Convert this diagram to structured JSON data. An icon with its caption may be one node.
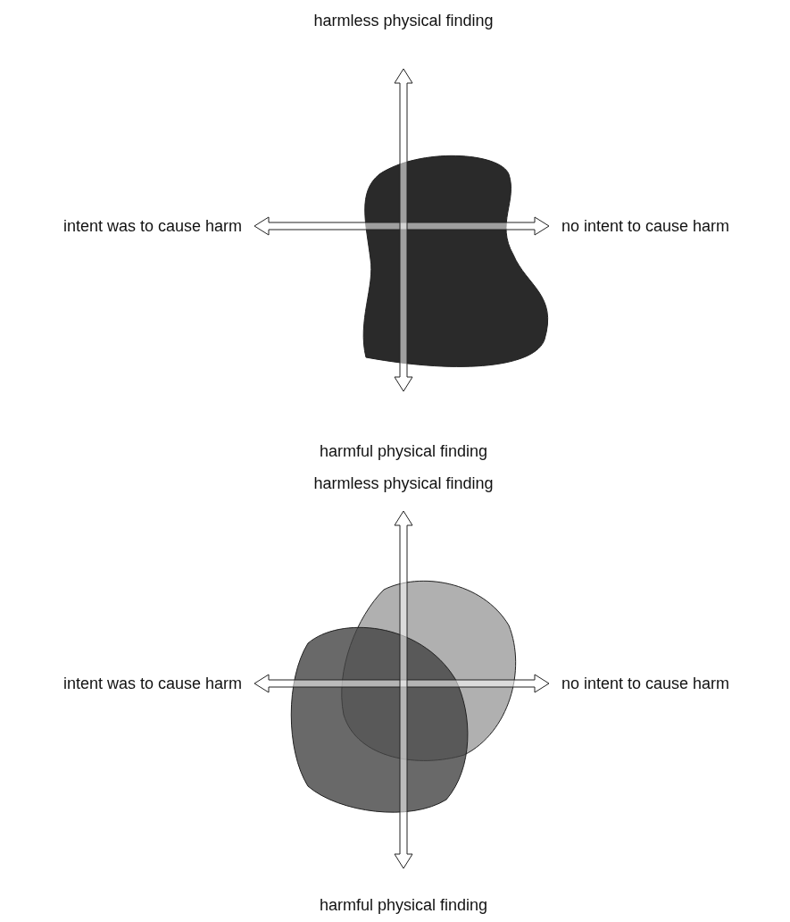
{
  "diagram": {
    "labels": [
      "harmless physical finding",
      "intent was to cause harm",
      "no intent to cause harm",
      "harmful physical finding",
      "harmless physical finding",
      "intent was to cause harm",
      "no intent to cause harm",
      "harmful physical finding"
    ]
  }
}
